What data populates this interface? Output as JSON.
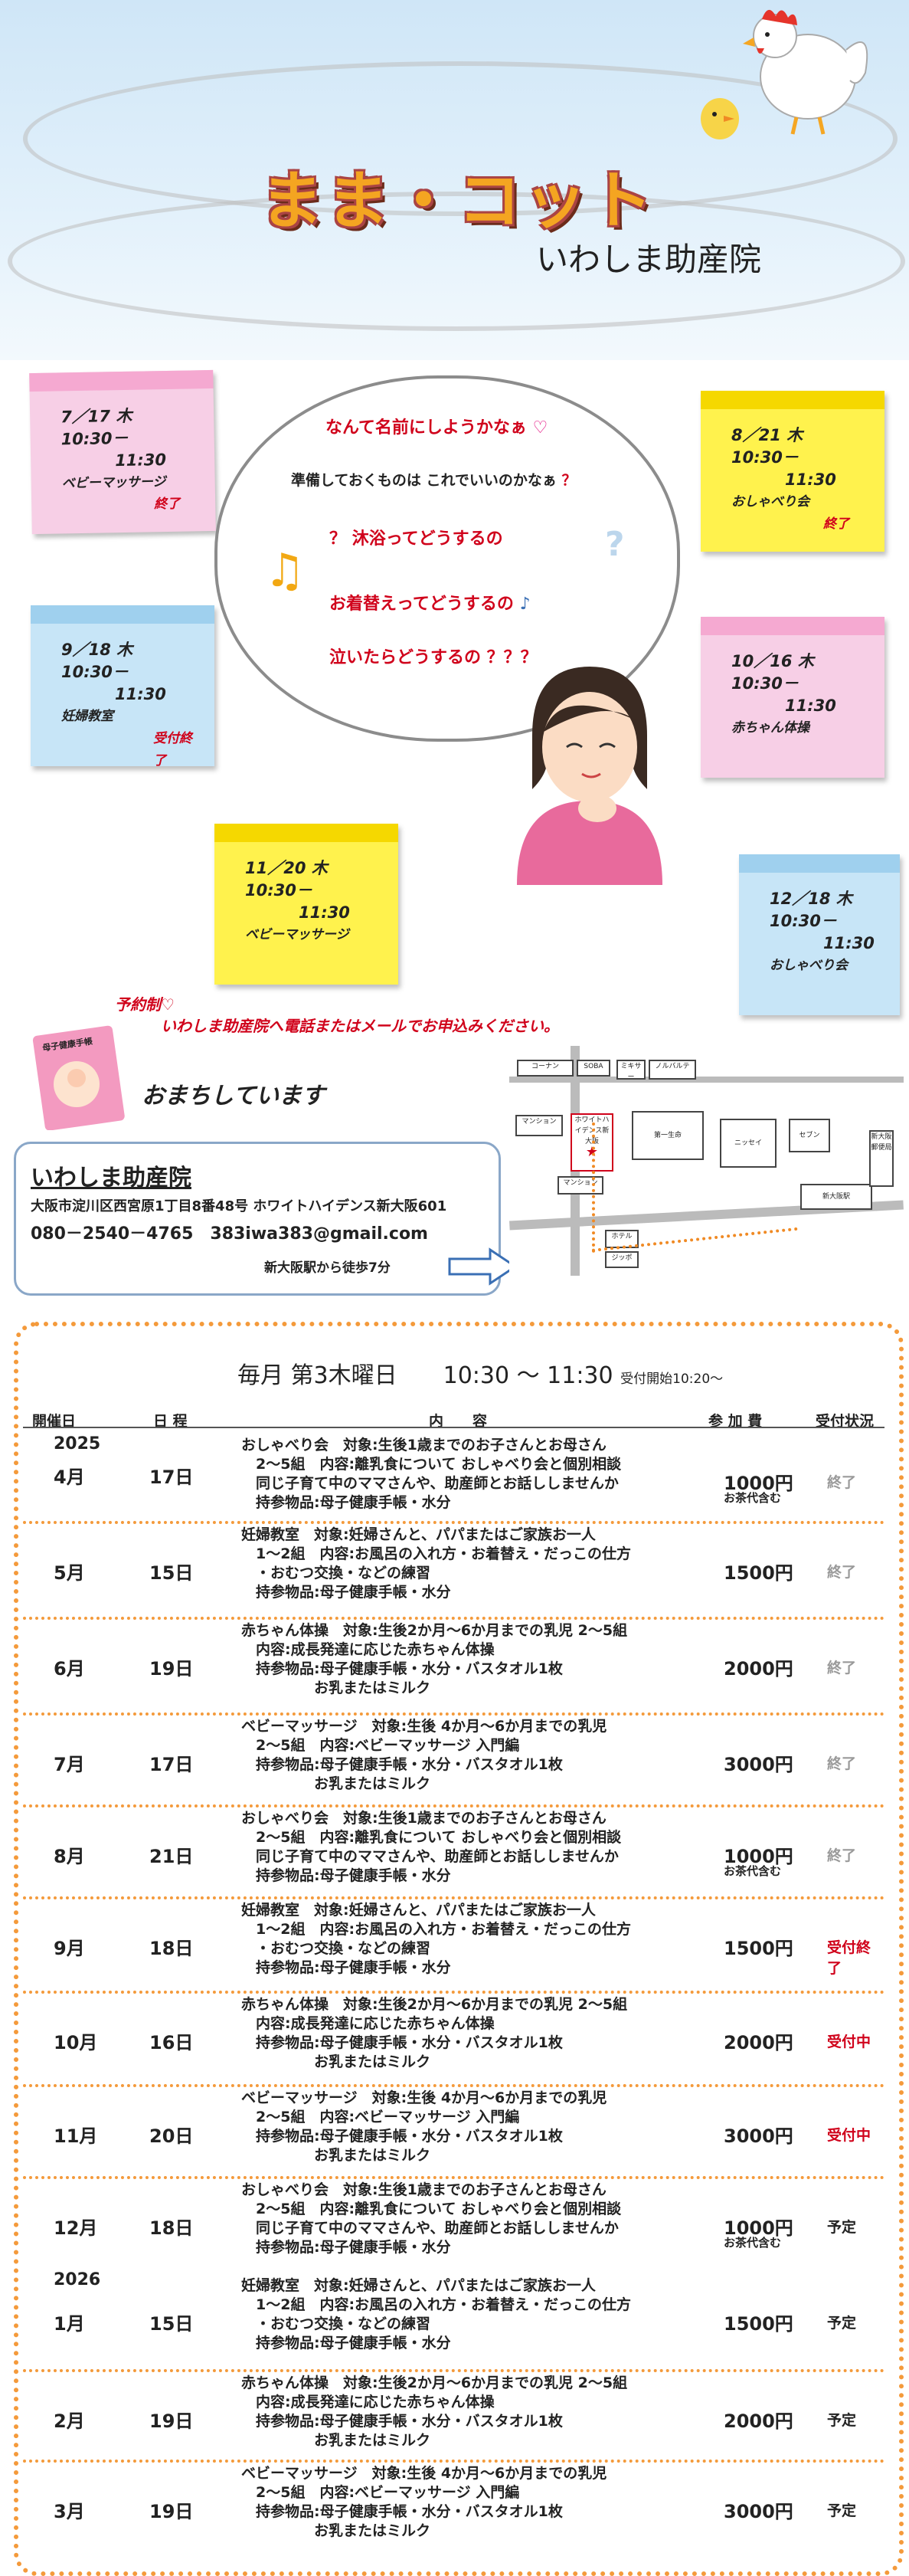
{
  "header": {
    "title": "まま・コット",
    "subtitle": "いわしま助産院"
  },
  "stickies": [
    {
      "date": "7／17 木",
      "start": "10:30－",
      "end": "11:30",
      "event": "ベビーマッサージ",
      "status": "終了"
    },
    {
      "date": "8／21 木",
      "start": "10:30－",
      "end": "11:30",
      "event": "おしゃべり会",
      "status": "終了"
    },
    {
      "date": "9／18 木",
      "start": "10:30－",
      "end": "11:30",
      "event": "妊婦教室",
      "status": "受付終了"
    },
    {
      "date": "10／16 木",
      "start": "10:30－",
      "end": "11:30",
      "event": "赤ちゃん体操",
      "status": ""
    },
    {
      "date": "11／20 木",
      "start": "10:30－",
      "end": "11:30",
      "event": "ベビーマッサージ",
      "status": ""
    },
    {
      "date": "12／18 木",
      "start": "10:30－",
      "end": "11:30",
      "event": "おしゃべり会",
      "status": ""
    }
  ],
  "cloud": {
    "q1": "なんて名前にしようかなぁ",
    "q2": "準備しておくものは これでいいのかなぁ",
    "q3": "沐浴ってどうするの",
    "q4": "お着替えってどうするの",
    "q5": "泣いたらどうするの ？？？"
  },
  "banner": {
    "reserve_label": "予約制♡",
    "reserve_text": "いわしま助産院へ電話またはメールでお申込みください。",
    "notebook": "母子健康手帳",
    "waiting": "おまちしています"
  },
  "info": {
    "name": "いわしま助産院",
    "address": "大阪市淀川区西宮原1丁目8番48号 ホワイトハイデンス新大阪601",
    "contact": "080－2540－4765　383iwa383@gmail.com",
    "access": "新大阪駅から徒歩7分"
  },
  "map": {
    "b1": "コーナン",
    "b2": "SOBA",
    "b3": "ミキサー",
    "b4": "ノルバルテ",
    "b5": "マンション",
    "b6": "ホワイトハイデンス新大阪",
    "b7": "マンション",
    "b8": "第一生命",
    "b9": "ニッセイ",
    "b10": "セブン",
    "b11": "新大阪駅",
    "b12": "ホテル",
    "b13": "ジッポ",
    "b14": "新大阪郵便局"
  },
  "schedule": {
    "heading": "毎月 第3木曜日　　10:30 ～ 11:30",
    "reception": "受付開始10:20～",
    "cols": {
      "date": "開催日",
      "day": "日 程",
      "content": "内　　容",
      "fee": "参 加 費",
      "status": "受付状況"
    },
    "rows": [
      {
        "year": "2025",
        "month": "4月",
        "day": "17日",
        "lines": [
          "おしゃべり会　対象:生後1歳までのお子さんとお母さん",
          "　2～5組　内容:離乳食について おしゃべり会と個別相談",
          "　同じ子育て中のママさんや、助産師とお話ししませんか",
          "　持参物品:母子健康手帳・水分"
        ],
        "fee": "1000円",
        "note": "お茶代含む",
        "status": "終了"
      },
      {
        "year": "",
        "month": "5月",
        "day": "15日",
        "lines": [
          "妊婦教室　対象:妊婦さんと、パパまたはご家族お一人",
          "　1～2組　内容:お風呂の入れ方・お着替え・だっこの仕方",
          "　・おむつ交換・などの練習",
          "　持参物品:母子健康手帳・水分"
        ],
        "fee": "1500円",
        "note": "",
        "status": "終了"
      },
      {
        "year": "",
        "month": "6月",
        "day": "19日",
        "lines": [
          "赤ちゃん体操　対象:生後2か月～6か月までの乳児 2～5組",
          "　内容:成長発達に応じた赤ちゃん体操",
          "　持参物品:母子健康手帳・水分・バスタオル1枚",
          "　　　　　お乳またはミルク"
        ],
        "fee": "2000円",
        "note": "",
        "status": "終了"
      },
      {
        "year": "",
        "month": "7月",
        "day": "17日",
        "lines": [
          "ベビーマッサージ　対象:生後 4か月～6か月までの乳児",
          "　2～5組　内容:ベビーマッサージ 入門編",
          "　持参物品:母子健康手帳・水分・バスタオル1枚",
          "　　　　　お乳またはミルク"
        ],
        "fee": "3000円",
        "note": "",
        "status": "終了"
      },
      {
        "year": "",
        "month": "8月",
        "day": "21日",
        "lines": [
          "おしゃべり会　対象:生後1歳までのお子さんとお母さん",
          "　2～5組　内容:離乳食について おしゃべり会と個別相談",
          "　同じ子育て中のママさんや、助産師とお話ししませんか",
          "　持参物品:母子健康手帳・水分"
        ],
        "fee": "1000円",
        "note": "お茶代含む",
        "status": "終了"
      },
      {
        "year": "",
        "month": "9月",
        "day": "18日",
        "lines": [
          "妊婦教室　対象:妊婦さんと、パパまたはご家族お一人",
          "　1～2組　内容:お風呂の入れ方・お着替え・だっこの仕方",
          "　・おむつ交換・などの練習",
          "　持参物品:母子健康手帳・水分"
        ],
        "fee": "1500円",
        "note": "",
        "status": "受付終了"
      },
      {
        "year": "",
        "month": "10月",
        "day": "16日",
        "lines": [
          "赤ちゃん体操　対象:生後2か月～6か月までの乳児 2～5組",
          "　内容:成長発達に応じた赤ちゃん体操",
          "　持参物品:母子健康手帳・水分・バスタオル1枚",
          "　　　　　お乳またはミルク"
        ],
        "fee": "2000円",
        "note": "",
        "status": "受付中"
      },
      {
        "year": "",
        "month": "11月",
        "day": "20日",
        "lines": [
          "ベビーマッサージ　対象:生後 4か月～6か月までの乳児",
          "　2～5組　内容:ベビーマッサージ 入門編",
          "　持参物品:母子健康手帳・水分・バスタオル1枚",
          "　　　　　お乳またはミルク"
        ],
        "fee": "3000円",
        "note": "",
        "status": "受付中"
      },
      {
        "year": "",
        "month": "12月",
        "day": "18日",
        "lines": [
          "おしゃべり会　対象:生後1歳までのお子さんとお母さん",
          "　2～5組　内容:離乳食について おしゃべり会と個別相談",
          "　同じ子育て中のママさんや、助産師とお話ししませんか",
          "　持参物品:母子健康手帳・水分"
        ],
        "fee": "1000円",
        "note": "お茶代含む",
        "status": "予定"
      },
      {
        "year": "2026",
        "month": "1月",
        "day": "15日",
        "lines": [
          "妊婦教室　対象:妊婦さんと、パパまたはご家族お一人",
          "　1～2組　内容:お風呂の入れ方・お着替え・だっこの仕方",
          "　・おむつ交換・などの練習",
          "　持参物品:母子健康手帳・水分"
        ],
        "fee": "1500円",
        "note": "",
        "status": "予定"
      },
      {
        "year": "",
        "month": "2月",
        "day": "19日",
        "lines": [
          "赤ちゃん体操　対象:生後2か月～6か月までの乳児 2～5組",
          "　内容:成長発達に応じた赤ちゃん体操",
          "　持参物品:母子健康手帳・水分・バスタオル1枚",
          "　　　　　お乳またはミルク"
        ],
        "fee": "2000円",
        "note": "",
        "status": "予定"
      },
      {
        "year": "",
        "month": "3月",
        "day": "19日",
        "lines": [
          "ベビーマッサージ　対象:生後 4か月～6か月までの乳児",
          "　2～5組　内容:ベビーマッサージ 入門編",
          "　持参物品:母子健康手帳・水分・バスタオル1枚",
          "　　　　　お乳またはミルク"
        ],
        "fee": "3000円",
        "note": "",
        "status": "予定"
      }
    ]
  }
}
